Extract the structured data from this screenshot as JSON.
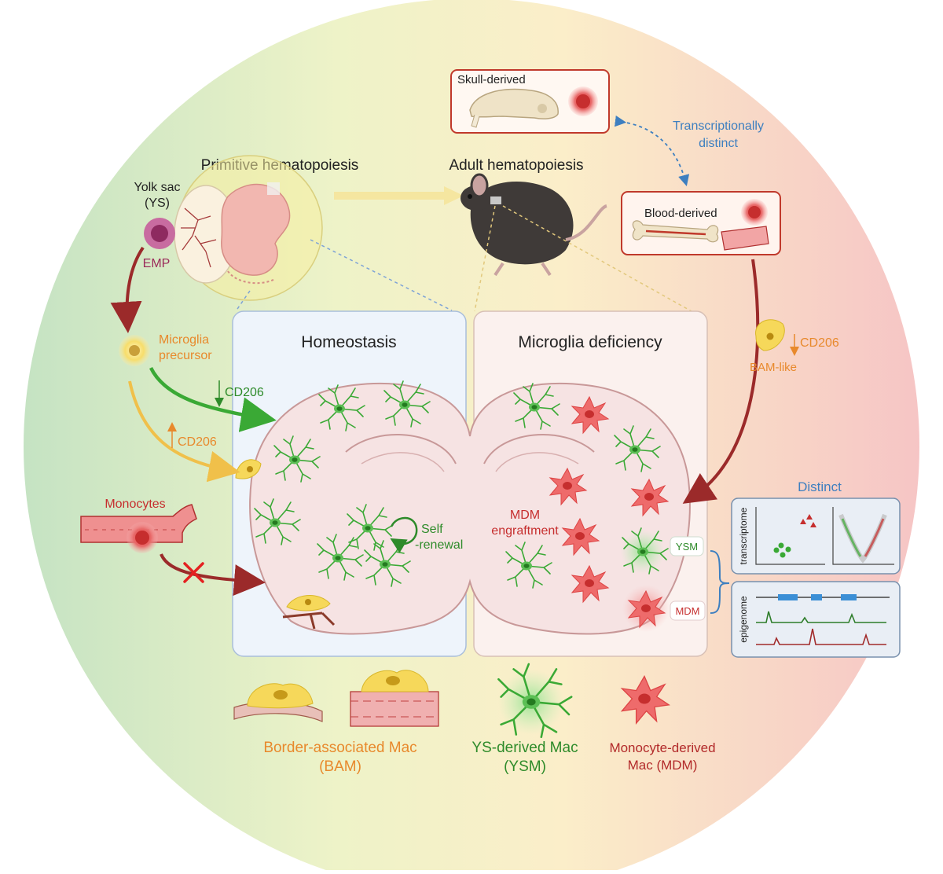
{
  "labels": {
    "skull_derived": "Skull-derived",
    "transcriptionally": "Transcriptionally",
    "distinct_small": "distinct",
    "primitive_hematopoiesis": "Primitive hematopoiesis",
    "adult_hematopoiesis": "Adult hematopoiesis",
    "yolk_sac_line1": "Yolk sac",
    "yolk_sac_line2": "(YS)",
    "emp": "EMP",
    "blood_derived": "Blood-derived",
    "microglia_precursor_line1": "Microglia",
    "microglia_precursor_line2": "precursor",
    "homeostasis": "Homeostasis",
    "microglia_deficiency": "Microglia deficiency",
    "cd206_bam_like": "CD206",
    "bam_like": "BAM-like",
    "cd206_green": "CD206",
    "cd206_orange": "CD206",
    "monocytes": "Monocytes",
    "self": "Self",
    "renewal": "-renewal",
    "mdm_engraftment_line1": "MDM",
    "mdm_engraftment_line2": "engraftment",
    "distinct": "Distinct",
    "ysm_tag": "YSM",
    "mdm_tag": "MDM",
    "transcriptome": "transcriptome",
    "epigenome": "epigenome"
  },
  "legend": {
    "bam_line1": "Border-associated Mac",
    "bam_line2": "(BAM)",
    "ysm_line1": "YS-derived Mac",
    "ysm_line2": "(YSM)",
    "mdm_line1": "Monocyte-derived",
    "mdm_line2": "Mac (MDM)"
  },
  "colors": {
    "green": "#3aa935",
    "dark_green": "#2e8b2a",
    "red": "#d63b3b",
    "dark_red": "#9b2a2a",
    "orange": "#e8892c",
    "blue": "#3d7fc0",
    "yellow_cell": "#f4d04a"
  },
  "icons": [
    "skull-icon",
    "mouse-icon",
    "embryo-icon",
    "bone-icon",
    "blood-vessel-icon",
    "brain-icon",
    "macrophage-icon",
    "red-x-icon"
  ]
}
